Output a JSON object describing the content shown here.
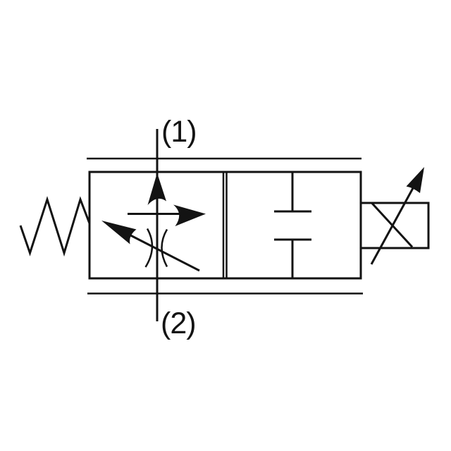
{
  "canvas": {
    "background": "#ffffff",
    "line_color": "#131313"
  },
  "labels": {
    "port_top": "(1)",
    "port_bottom": "(2)"
  },
  "symbols": [
    "spring-icon",
    "valve-body",
    "up-flow-arrow-icon",
    "right-flow-arrow-icon",
    "variable-orifice-icon",
    "damping-piston-icon",
    "proportional-solenoid-icon",
    "adjustment-arrow-icon"
  ]
}
